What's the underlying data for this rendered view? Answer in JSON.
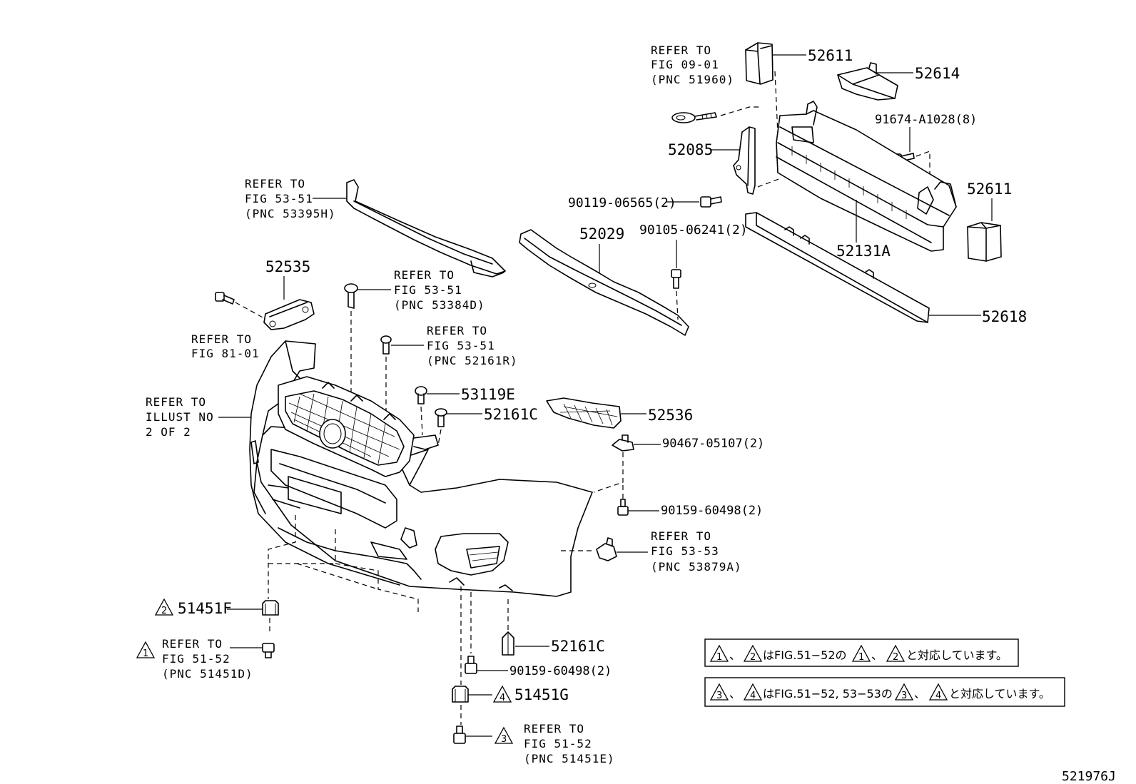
{
  "figure_code": "521976J",
  "labels": {
    "p52611_top": "52611",
    "p52614": "52614",
    "p91674": "91674-A1028(8)",
    "p52085": "52085",
    "p52611_right": "52611",
    "p90119": "90119-06565(2)",
    "p52029": "52029",
    "p90105": "90105-06241(2)",
    "p52131a": "52131A",
    "p52618": "52618",
    "p52535": "52535",
    "p53119e": "53119E",
    "p52161c_top": "52161C",
    "p52536": "52536",
    "p90467": "90467-05107(2)",
    "p90159_a": "90159-60498(2)",
    "p51451f": "51451F",
    "p52161c_bottom": "52161C",
    "p90159_b": "90159-60498(2)",
    "p51451g": "51451G"
  },
  "refs": {
    "fig0901": [
      "REFER TO",
      "FIG 09-01",
      "(PNC 51960)"
    ],
    "fig5351_top": [
      "REFER TO",
      "FIG 53-51",
      "(PNC 53395H)"
    ],
    "fig8101": [
      "REFER TO",
      "FIG 81-01"
    ],
    "fig5351_mid": [
      "REFER TO",
      "FIG 53-51",
      "(PNC 53384D)"
    ],
    "fig5351_r": [
      "REFER TO",
      "FIG 53-51",
      "(PNC 52161R)"
    ],
    "illust": [
      "REFER TO",
      "ILLUST NO",
      "2 OF 2"
    ],
    "fig5353": [
      "REFER TO",
      "FIG 53-53",
      "(PNC 53879A)"
    ],
    "fig5152_d": [
      "REFER TO",
      "FIG 51-52",
      "(PNC 51451D)"
    ],
    "fig5152_e": [
      "REFER TO",
      "FIG 51-52",
      "(PNC 51451E)"
    ]
  },
  "triangles": {
    "t1": "1",
    "t2": "2",
    "t3": "3",
    "t4": "4"
  },
  "notes": {
    "note1": {
      "sep1": "、",
      "mid": "はFIG.51−52の",
      "sep2": "、",
      "end": "と対応しています。"
    },
    "note2": {
      "sep1": "、",
      "mid": "はFIG.51−52, 53−53の",
      "sep2": "、",
      "end": "と対応しています。"
    }
  }
}
